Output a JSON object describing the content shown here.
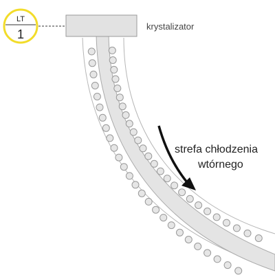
{
  "instrument": {
    "tag_top": "LT",
    "tag_number": "1",
    "ring_color": "#f2dc2a"
  },
  "labels": {
    "mold": "krystalizator",
    "zone_line1": "strefa chłodzenia",
    "zone_line2": "wtórnego"
  },
  "colors": {
    "strand_fill": "#e4e4e4",
    "strand_stroke": "#aaaaaa",
    "roller_fill": "#e6e6e6",
    "roller_stroke": "#999999",
    "guide_line": "#b5b5b5",
    "mold_fill": "#e2e2e2",
    "arrow": "#111111"
  }
}
